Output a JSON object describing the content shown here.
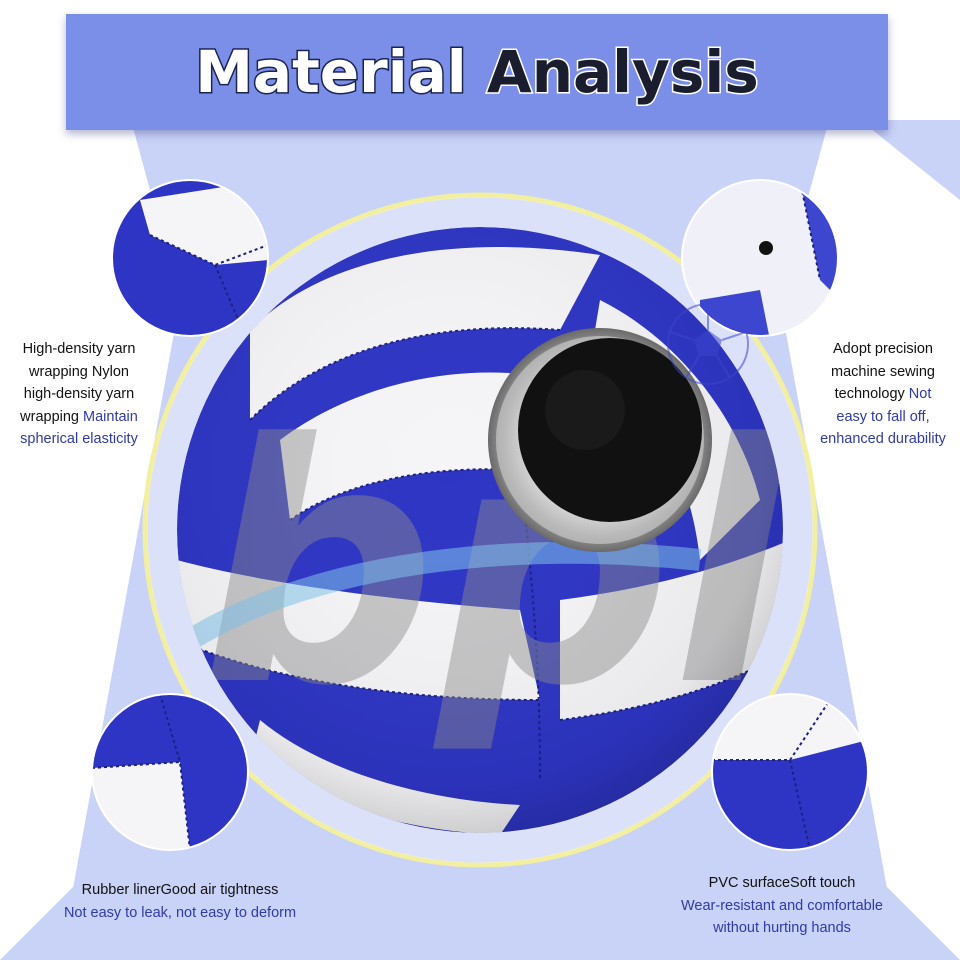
{
  "title": {
    "word1": "Material",
    "word2": "Analysis"
  },
  "features": {
    "top_left": {
      "line1": "High-density yarn",
      "line2": "wrapping Nylon",
      "line3": "high-density yarn",
      "line4_plain": "wrapping ",
      "line4_highlight": "Maintain",
      "line5_highlight": "spherical elasticity"
    },
    "top_right": {
      "line1": "Adopt precision",
      "line2": "machine sewing",
      "line3_plain": "technology ",
      "line3_highlight": "Not",
      "line4_highlight": "easy to fall off,",
      "line5_highlight": "enhanced durability"
    },
    "bottom_left": {
      "line1": "Rubber linerGood air tightness",
      "line2_highlight": "Not easy to leak, not easy to deform"
    },
    "bottom_right": {
      "line1": "PVC surfaceSoft touch",
      "line2_highlight": "Wear-resistant and comfortable",
      "line3_highlight": "without hurting hands"
    }
  },
  "colors": {
    "banner": "#7b8ee8",
    "background_band": "#c9d2f7",
    "ball_blue": "#2e35c4",
    "ring": "#f2efa0",
    "highlight_text": "#2f3aa8"
  }
}
